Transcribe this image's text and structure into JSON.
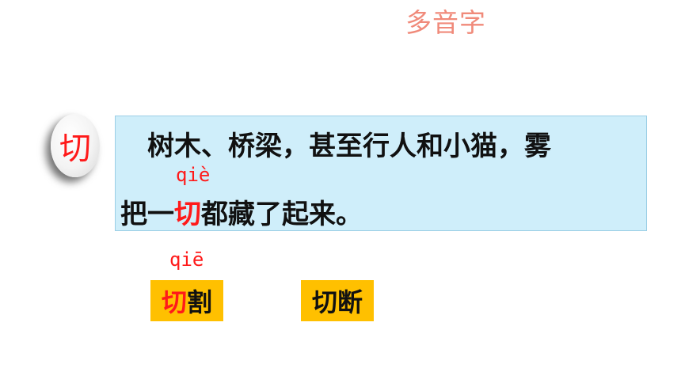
{
  "title": "多音字",
  "character": "切",
  "sentence": {
    "line1": "树木、桥梁，甚至行人和小猫，雾",
    "pinyin": "qiè",
    "line2_before": "把一",
    "line2_highlight": "切",
    "line2_after": "都藏了起来。"
  },
  "alt_pinyin": "qiē",
  "words": [
    {
      "highlight": "切",
      "rest": "割"
    },
    {
      "highlight": "",
      "rest": "切断"
    }
  ],
  "colors": {
    "title": "#f08a7a",
    "highlight": "#ff1a1a",
    "box_bg": "#cfeefa",
    "word_bg": "#ffc000"
  }
}
